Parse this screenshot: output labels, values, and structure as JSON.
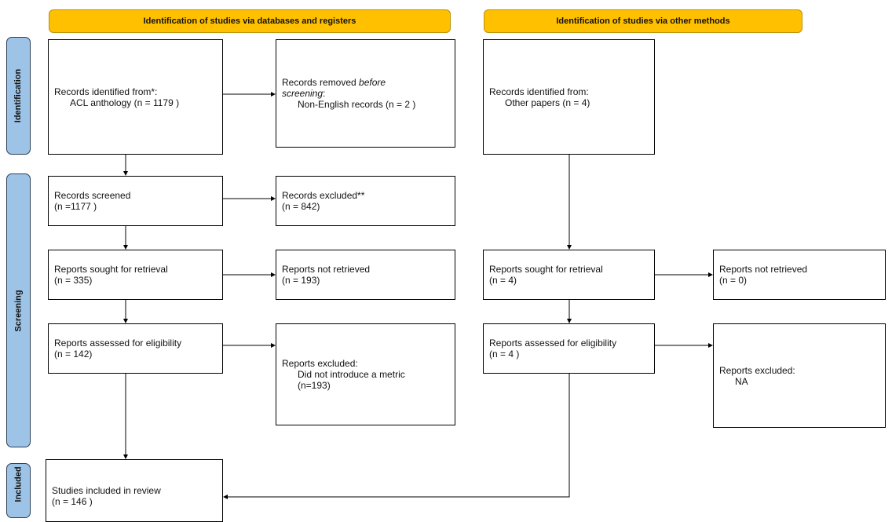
{
  "headers": {
    "left": "Identification of studies via databases and registers",
    "right": "Identification of studies via other methods"
  },
  "phases": {
    "identification": "Identification",
    "screening": "Screening",
    "included": "Included"
  },
  "boxes": {
    "records_identified": {
      "line1": "Records identified from*:",
      "line2": "ACL anthology (n = 1179 )"
    },
    "records_removed": {
      "line1a": "Records removed ",
      "line1b": "before",
      "line1c": "screening",
      "line1d": ":",
      "line2": "Non-English records (n = 2 )"
    },
    "other_identified": {
      "line1": "Records identified from:",
      "line2": "Other papers (n = 4)"
    },
    "records_screened": {
      "line1": "Records screened",
      "line2": "(n =1177 )"
    },
    "records_excluded": {
      "line1": "Records excluded**",
      "line2": "(n = 842)"
    },
    "reports_sought": {
      "line1": "Reports sought for retrieval",
      "line2": "(n = 335)"
    },
    "reports_not_retrieved": {
      "line1": "Reports not retrieved",
      "line2": "(n = 193)"
    },
    "reports_assessed": {
      "line1": "Reports assessed for eligibility",
      "line2": "(n = 142)"
    },
    "reports_excluded": {
      "line1": "Reports excluded:",
      "line2": "Did not introduce a metric",
      "line3": "(n=193)"
    },
    "other_sought": {
      "line1": "Reports sought for retrieval",
      "line2": "(n = 4)"
    },
    "other_not_retrieved": {
      "line1": "Reports not retrieved",
      "line2": "(n = 0)"
    },
    "other_assessed": {
      "line1": "Reports assessed for eligibility",
      "line2": "(n = 4 )"
    },
    "other_excluded": {
      "line1": "Reports excluded:",
      "line2": "NA"
    },
    "included": {
      "line1": "Studies included in review",
      "line2": "(n = 146 )"
    }
  },
  "colors": {
    "header": "#FFC000",
    "phase": "#9DC3E6"
  }
}
